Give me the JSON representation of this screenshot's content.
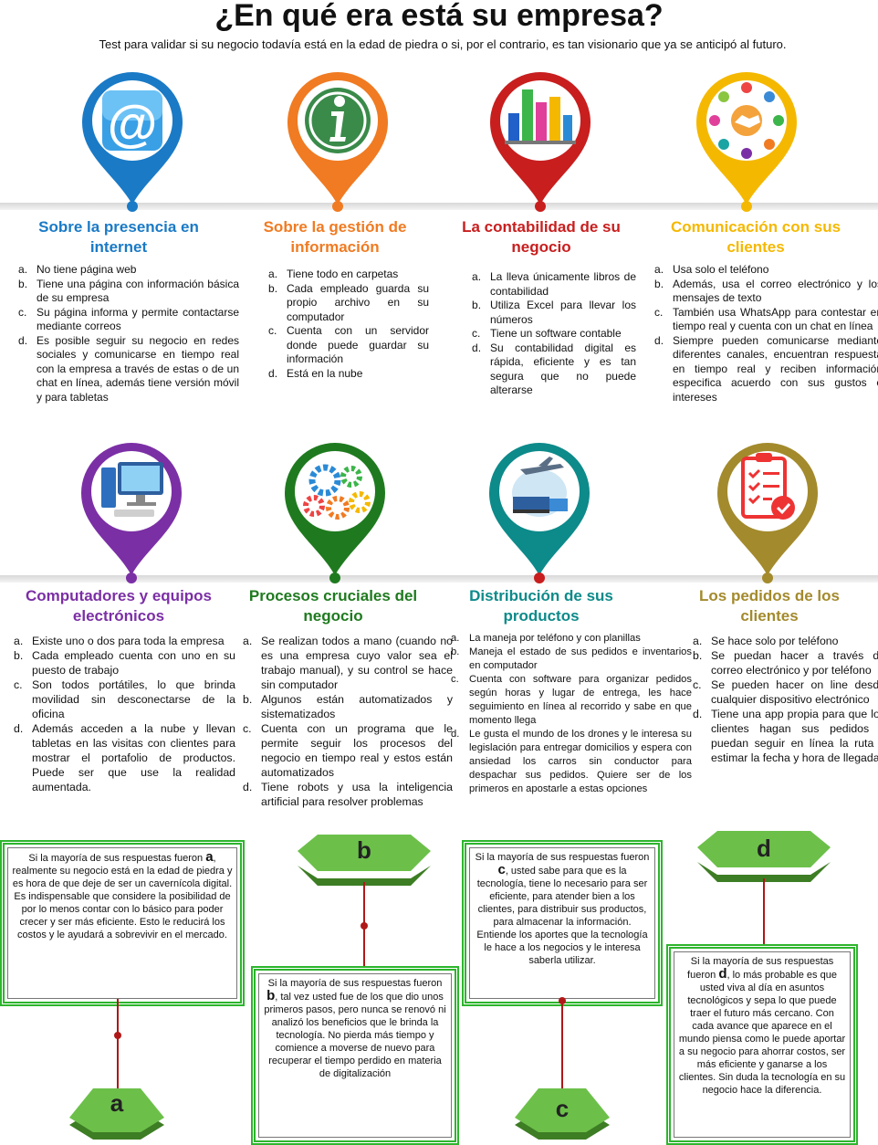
{
  "header": {
    "title": "¿En qué era está su empresa?",
    "subtitle": "Test para validar si su negocio todavía está en la edad de piedra o si, por el contrario, es tan visionario que ya se anticipó al futuro."
  },
  "colors": {
    "blue": "#1a7ac6",
    "orange": "#f07b22",
    "red": "#c81e1e",
    "yellow": "#f5b800",
    "purple": "#7b2fa5",
    "green": "#1f7a1f",
    "teal": "#0d8a8a",
    "olive": "#a38a2c",
    "hex_green": "#6cc04a"
  },
  "sections": [
    {
      "title": "Sobre la presencia en internet",
      "icon": "at-sign-icon",
      "items": [
        "No tiene página web",
        "Tiene una página con información básica de su empresa",
        "Su página informa y permite contactarse mediante correos",
        "Es posible seguir su negocio en redes sociales y comunicarse en tiempo real con la empresa a través de estas o de un chat en línea, además tiene versión móvil y para tabletas"
      ]
    },
    {
      "title": "Sobre la gestión de información",
      "icon": "info-icon",
      "items": [
        "Tiene todo en carpetas",
        "Cada empleado guarda su propio archivo en su computador",
        "Cuenta con un servidor donde puede guardar su información",
        "Está en la nube"
      ]
    },
    {
      "title": "La contabilidad de su negocio",
      "icon": "bar-chart-icon",
      "items": [
        "La lleva únicamente libros de contabilidad",
        "Utiliza Excel para llevar los números",
        "Tiene un software contable",
        "Su contabilidad digital es rápida, eficiente y es tan segura que no puede alterarse"
      ]
    },
    {
      "title": "Comunicación con sus clientes",
      "icon": "handshake-network-icon",
      "items": [
        "Usa solo el teléfono",
        "Además, usa el correo electrónico y los mensajes de texto",
        "También usa WhatsApp para contestar en tiempo real y cuenta con un chat en línea",
        "Siempre pueden comunicarse mediante diferentes canales, encuentran respuesta en tiempo real y reciben información especifica acuerdo con sus gustos e intereses"
      ]
    },
    {
      "title": "Computadores y equipos electrónicos",
      "icon": "computer-icon",
      "items": [
        "Existe uno o dos para toda la empresa",
        "Cada empleado cuenta con uno en su puesto de trabajo",
        "Son todos portátiles, lo que brinda movilidad sin desconectarse de la oficina",
        "Además acceden a la nube y llevan tabletas en las visitas con clientes para mostrar el portafolio de productos. Puede ser que use la realidad aumentada."
      ]
    },
    {
      "title": "Procesos cruciales del negocio",
      "icon": "gears-icon",
      "items": [
        "Se realizan todos a mano (cuando no es una empresa cuyo valor sea el trabajo manual), y su control se hace sin computador",
        "Algunos están automatizados y sistematizados",
        "Cuenta con un programa que le permite seguir los procesos del negocio en tiempo real y estos están automatizados",
        "Tiene robots y usa la inteligencia artificial para resolver problemas"
      ]
    },
    {
      "title": "Distribución de sus productos",
      "icon": "logistics-icon",
      "items": [
        "La maneja por teléfono y con planillas",
        "Maneja el estado de sus pedidos e inventarios en computador",
        "Cuenta con software para organizar pedidos según horas y lugar de entrega, les hace seguimiento en línea al recorrido y sabe en que momento llega",
        "Le gusta el mundo de los drones y le interesa su legislación para entregar domicilios y espera con ansiedad los carros sin conductor para despachar sus pedidos. Quiere ser de los primeros en apostarle a estas opciones"
      ]
    },
    {
      "title": "Los pedidos de los clientes",
      "icon": "checklist-icon",
      "items": [
        "Se hace solo por teléfono",
        "Se puedan hacer a través de correo electrónico y por teléfono",
        "Se pueden hacer on line desde cualquier dispositivo electrónico",
        "Tiene una app propia para que los clientes hagan sus pedidos y puedan seguir en línea la ruta y estimar la fecha y hora de llegada"
      ]
    }
  ],
  "results": [
    {
      "letter": "a",
      "pre": "Si la mayoría de sus respuestas fueron",
      "post": ", realmente su negocio está en la edad de piedra y es hora de que deje de ser un cavernícola digital. Es indispensable que considere la posibilidad de por lo menos contar con lo básico para poder crecer y ser más eficiente. Esto le reducirá los costos y le ayudará a sobrevivir en el mercado."
    },
    {
      "letter": "b",
      "pre": "Si la mayoría de sus respuestas fueron",
      "post": ", tal vez usted fue de los que dio unos primeros pasos, pero nunca se renovó ni analizó los beneficios que le brinda la tecnología. No pierda más tiempo y comience a moverse de nuevo para recuperar el tiempo perdido en materia de digitalización"
    },
    {
      "letter": "c",
      "pre": "Si la mayoría de sus respuestas fueron",
      "post": ", usted sabe para que es la tecnología, tiene lo necesario para ser eficiente, para atender bien a los clientes, para distribuir sus productos, para almacenar la información. Entiende los aportes que la tecnología le hace a los negocios y le interesa saberla utilizar."
    },
    {
      "letter": "d",
      "pre": "Si la mayoría de sus respuestas fueron",
      "post": ", lo más probable es que usted viva al día en asuntos tecnológicos y sepa lo que puede traer el futuro más cercano. Con cada avance que aparece en el mundo piensa como le puede aportar a su negocio para ahorrar costos, ser más eficiente y ganarse a los clientes. Sin duda la tecnología en su negocio hace la diferencia."
    }
  ]
}
